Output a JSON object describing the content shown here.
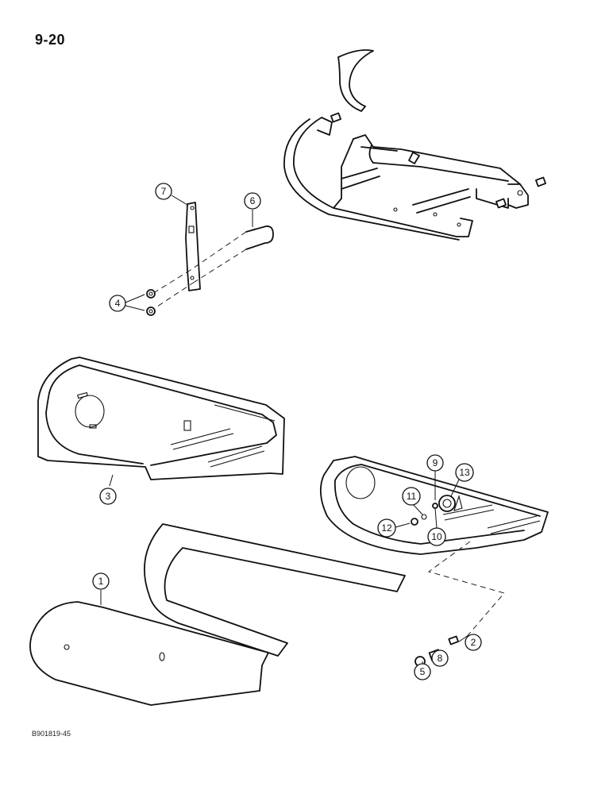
{
  "page_number": "9-20",
  "figure_code": "B901819-45",
  "callouts": [
    {
      "id": "c1",
      "label": "1"
    },
    {
      "id": "c2",
      "label": "2"
    },
    {
      "id": "c3",
      "label": "3"
    },
    {
      "id": "c4",
      "label": "4"
    },
    {
      "id": "c5",
      "label": "5"
    },
    {
      "id": "c6",
      "label": "6"
    },
    {
      "id": "c7",
      "label": "7"
    },
    {
      "id": "c8",
      "label": "8"
    },
    {
      "id": "c9",
      "label": "9"
    },
    {
      "id": "c10",
      "label": "10"
    },
    {
      "id": "c11",
      "label": "11"
    },
    {
      "id": "c12",
      "label": "12"
    },
    {
      "id": "c13",
      "label": "13"
    }
  ]
}
